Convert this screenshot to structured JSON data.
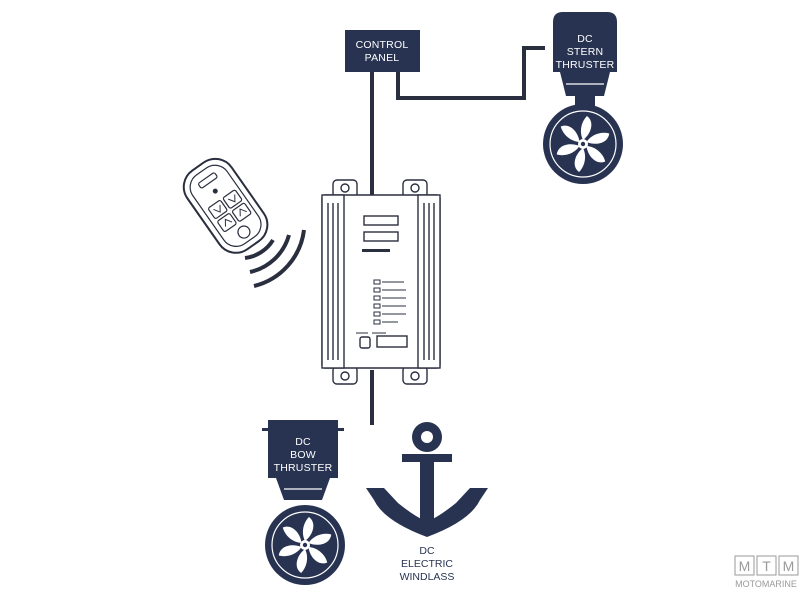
{
  "colors": {
    "navy": "#283352",
    "line": "#2a2f3f",
    "light": "#ffffff",
    "watermark": "#9a9a9a"
  },
  "control_panel": {
    "line1": "CONTROL",
    "line2": "PANEL"
  },
  "stern_thruster": {
    "line1": "DC",
    "line2": "STERN",
    "line3": "THRUSTER"
  },
  "bow_thruster": {
    "line1": "DC",
    "line2": "BOW",
    "line3": "THRUSTER"
  },
  "windlass": {
    "line1": "DC",
    "line2": "ELECTRIC",
    "line3": "WINDLASS"
  },
  "watermark": {
    "letters": [
      "M",
      "T",
      "M"
    ],
    "text": "MOTOMARINE"
  },
  "icons": [
    "remote-control-icon",
    "wireless-signal-icon",
    "anchor-icon",
    "propeller-icon"
  ]
}
